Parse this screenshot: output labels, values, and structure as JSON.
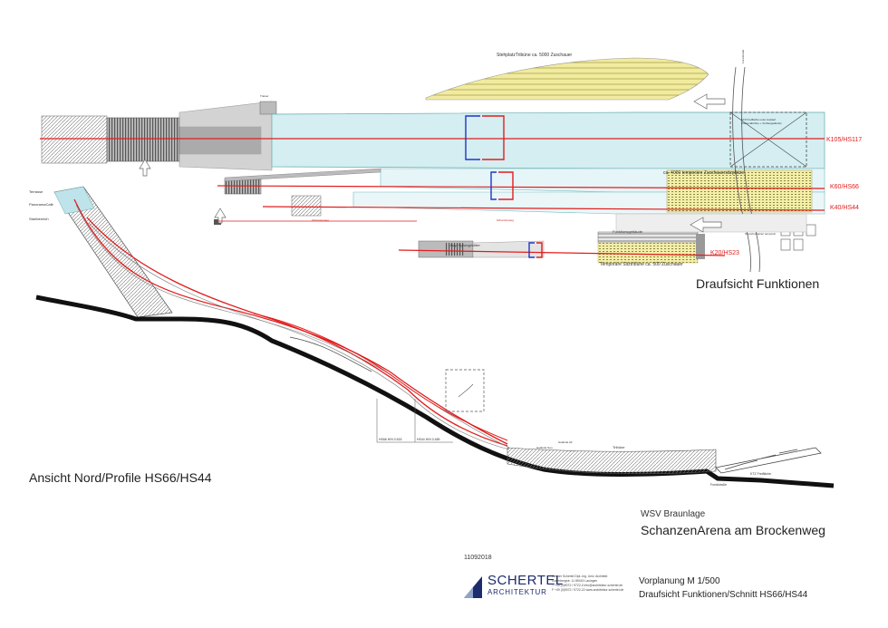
{
  "plan": {
    "heading": "Draufsicht Funktionen",
    "labels": {
      "standing_stand": "StehplatzTribüne ca. 5000 Zuschauer",
      "temp_seating_4000": "ca. 4000 temporäre Zuschauersitzplätze",
      "temp_stand_500": "Temporäre Sitztribüne ca. 500 Zuschauer",
      "function_building": "Funktionsgebäude",
      "jury_tower": "Jury/ Sprungrichter",
      "team_container": "Team/Container temporär",
      "ktz_area": "KTZ Freifläche unter Auslauf",
      "ktz_area_sub": "(Kamerabühne + Vorbaugelände)",
      "tower": "Trainer",
      "road": "Forststraße",
      "red_note_1": "Schanzenweg",
      "red_note_2": "Schanzenweg"
    },
    "hill_labels": [
      "K105/HS117",
      "K60/HS66",
      "K40/HS44",
      "K20/HS23"
    ]
  },
  "elevation": {
    "heading": "Ansicht Nord/Profile HS66/HS44",
    "labels": {
      "terrace": "Terrasse",
      "panorama_cafe": "PanoramaCafé",
      "start_area": "Startbereich",
      "hn_66": "HS66 H/N 0.515",
      "hn_44": "HS44 H/N 0.489",
      "grandstand": "Tribüne",
      "ground_line": "Gelände Neu",
      "ground_line_old": "Gelände Alt",
      "ktz_area": "KTZ Freifläche",
      "road": "Forststraße"
    }
  },
  "title_block": {
    "client": "WSV Braunlage",
    "project": "SchanzenArena am Brockenweg",
    "date_code": "11092018",
    "phase": "Vorplanung  M 1/500",
    "subject": "Draufsicht Funktionen/Schnitt HS66/HS44",
    "office": {
      "name": "SCHERTEL",
      "subtitle": "ARCHITEKTUR",
      "address_lines": [
        "Werner Schertel Dipl.-Ing. Univ. Architekt",
        "Gutenbergstr. 11        89415 Lauingen",
        "T +49 (0)9072 / 9722-0  info@architektur-schertel.de",
        "F +49 (0)9072 / 9722-22 www.architektur-schertel.de"
      ]
    }
  },
  "colors": {
    "ice": "#d4eef2",
    "sand": "#f3eea8",
    "stand_stripes": "#b9b05a",
    "hill_red": "#e21d1d",
    "blue_mark": "#1f36c4",
    "ground": "#111111",
    "grey_concrete": "#c9c9c9",
    "logo_blue": "#1c2c6c"
  }
}
